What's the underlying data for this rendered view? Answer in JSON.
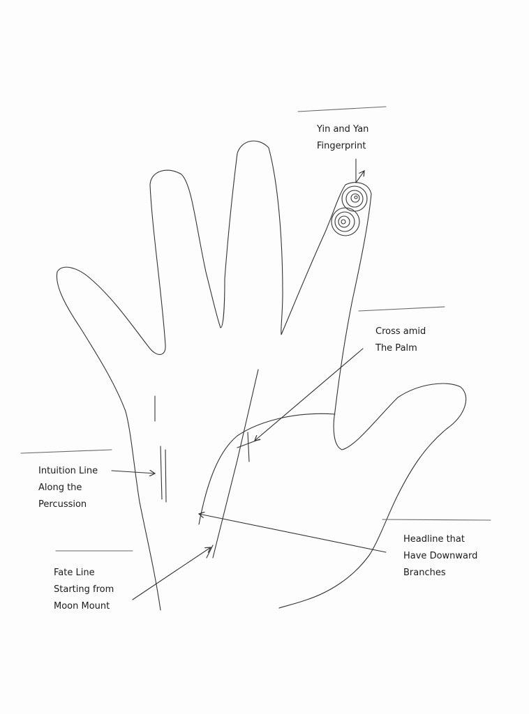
{
  "labels": {
    "fingerprint": [
      "Yin and Yan",
      "Fingerprint"
    ],
    "cross": [
      "Cross amid",
      "The Palm"
    ],
    "intuition": [
      "Intuition Line",
      "Along the",
      "Percussion"
    ],
    "headline": [
      "Headline that",
      "Have Downward",
      "Branches"
    ],
    "fate": [
      "Fate Line",
      "Starting from",
      "Moon Mount"
    ]
  },
  "colors": {
    "ink": "#222222",
    "paper": "#fdfdfd"
  }
}
